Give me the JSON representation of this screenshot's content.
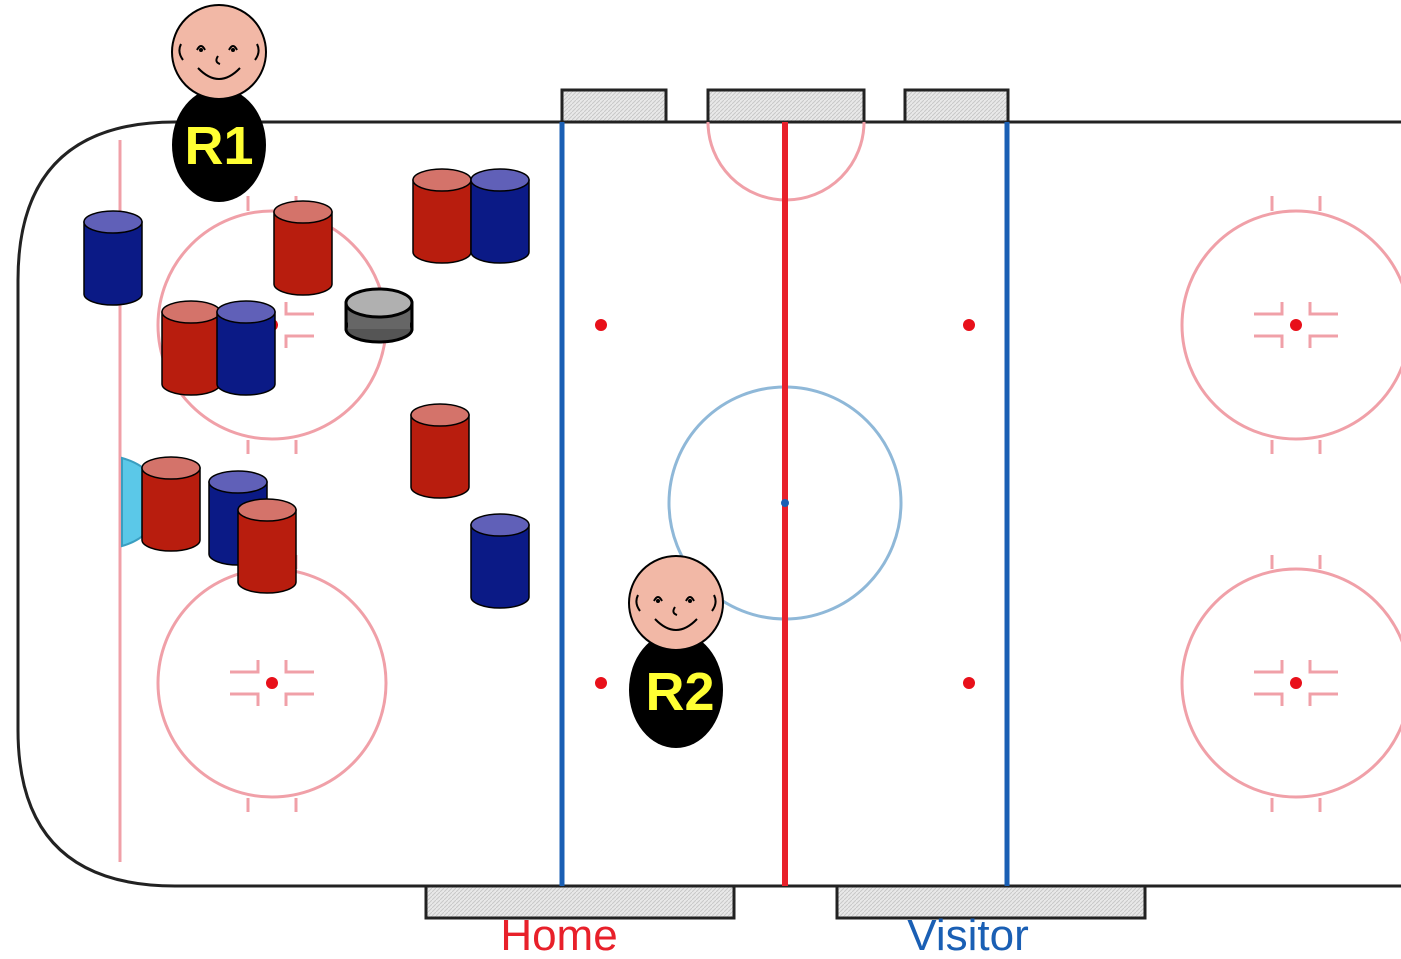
{
  "rink": {
    "ice_color": "#ffffff",
    "board_color": "#222222",
    "red_line_color": "#e8202a",
    "blue_line_color": "#1a5fb4",
    "circle_color": "#f0a0a8",
    "center_circle_color": "#8fb8d8",
    "crease_color": "#5bc8e8"
  },
  "benches": {
    "home_label": "Home",
    "home_color": "#e8202a",
    "visitor_label": "Visitor",
    "visitor_color": "#1a5fb4"
  },
  "referees": [
    {
      "label": "R1",
      "label_color": "#ffff33",
      "skin_color": "#f2b8a6"
    },
    {
      "label": "R2",
      "label_color": "#ffff33",
      "skin_color": "#f2b8a6"
    }
  ],
  "players": {
    "red_color": "#b81d0e",
    "blue_color": "#0b1a86"
  },
  "puck": {
    "icon": "puck-icon",
    "color": "#aaaaaa"
  }
}
